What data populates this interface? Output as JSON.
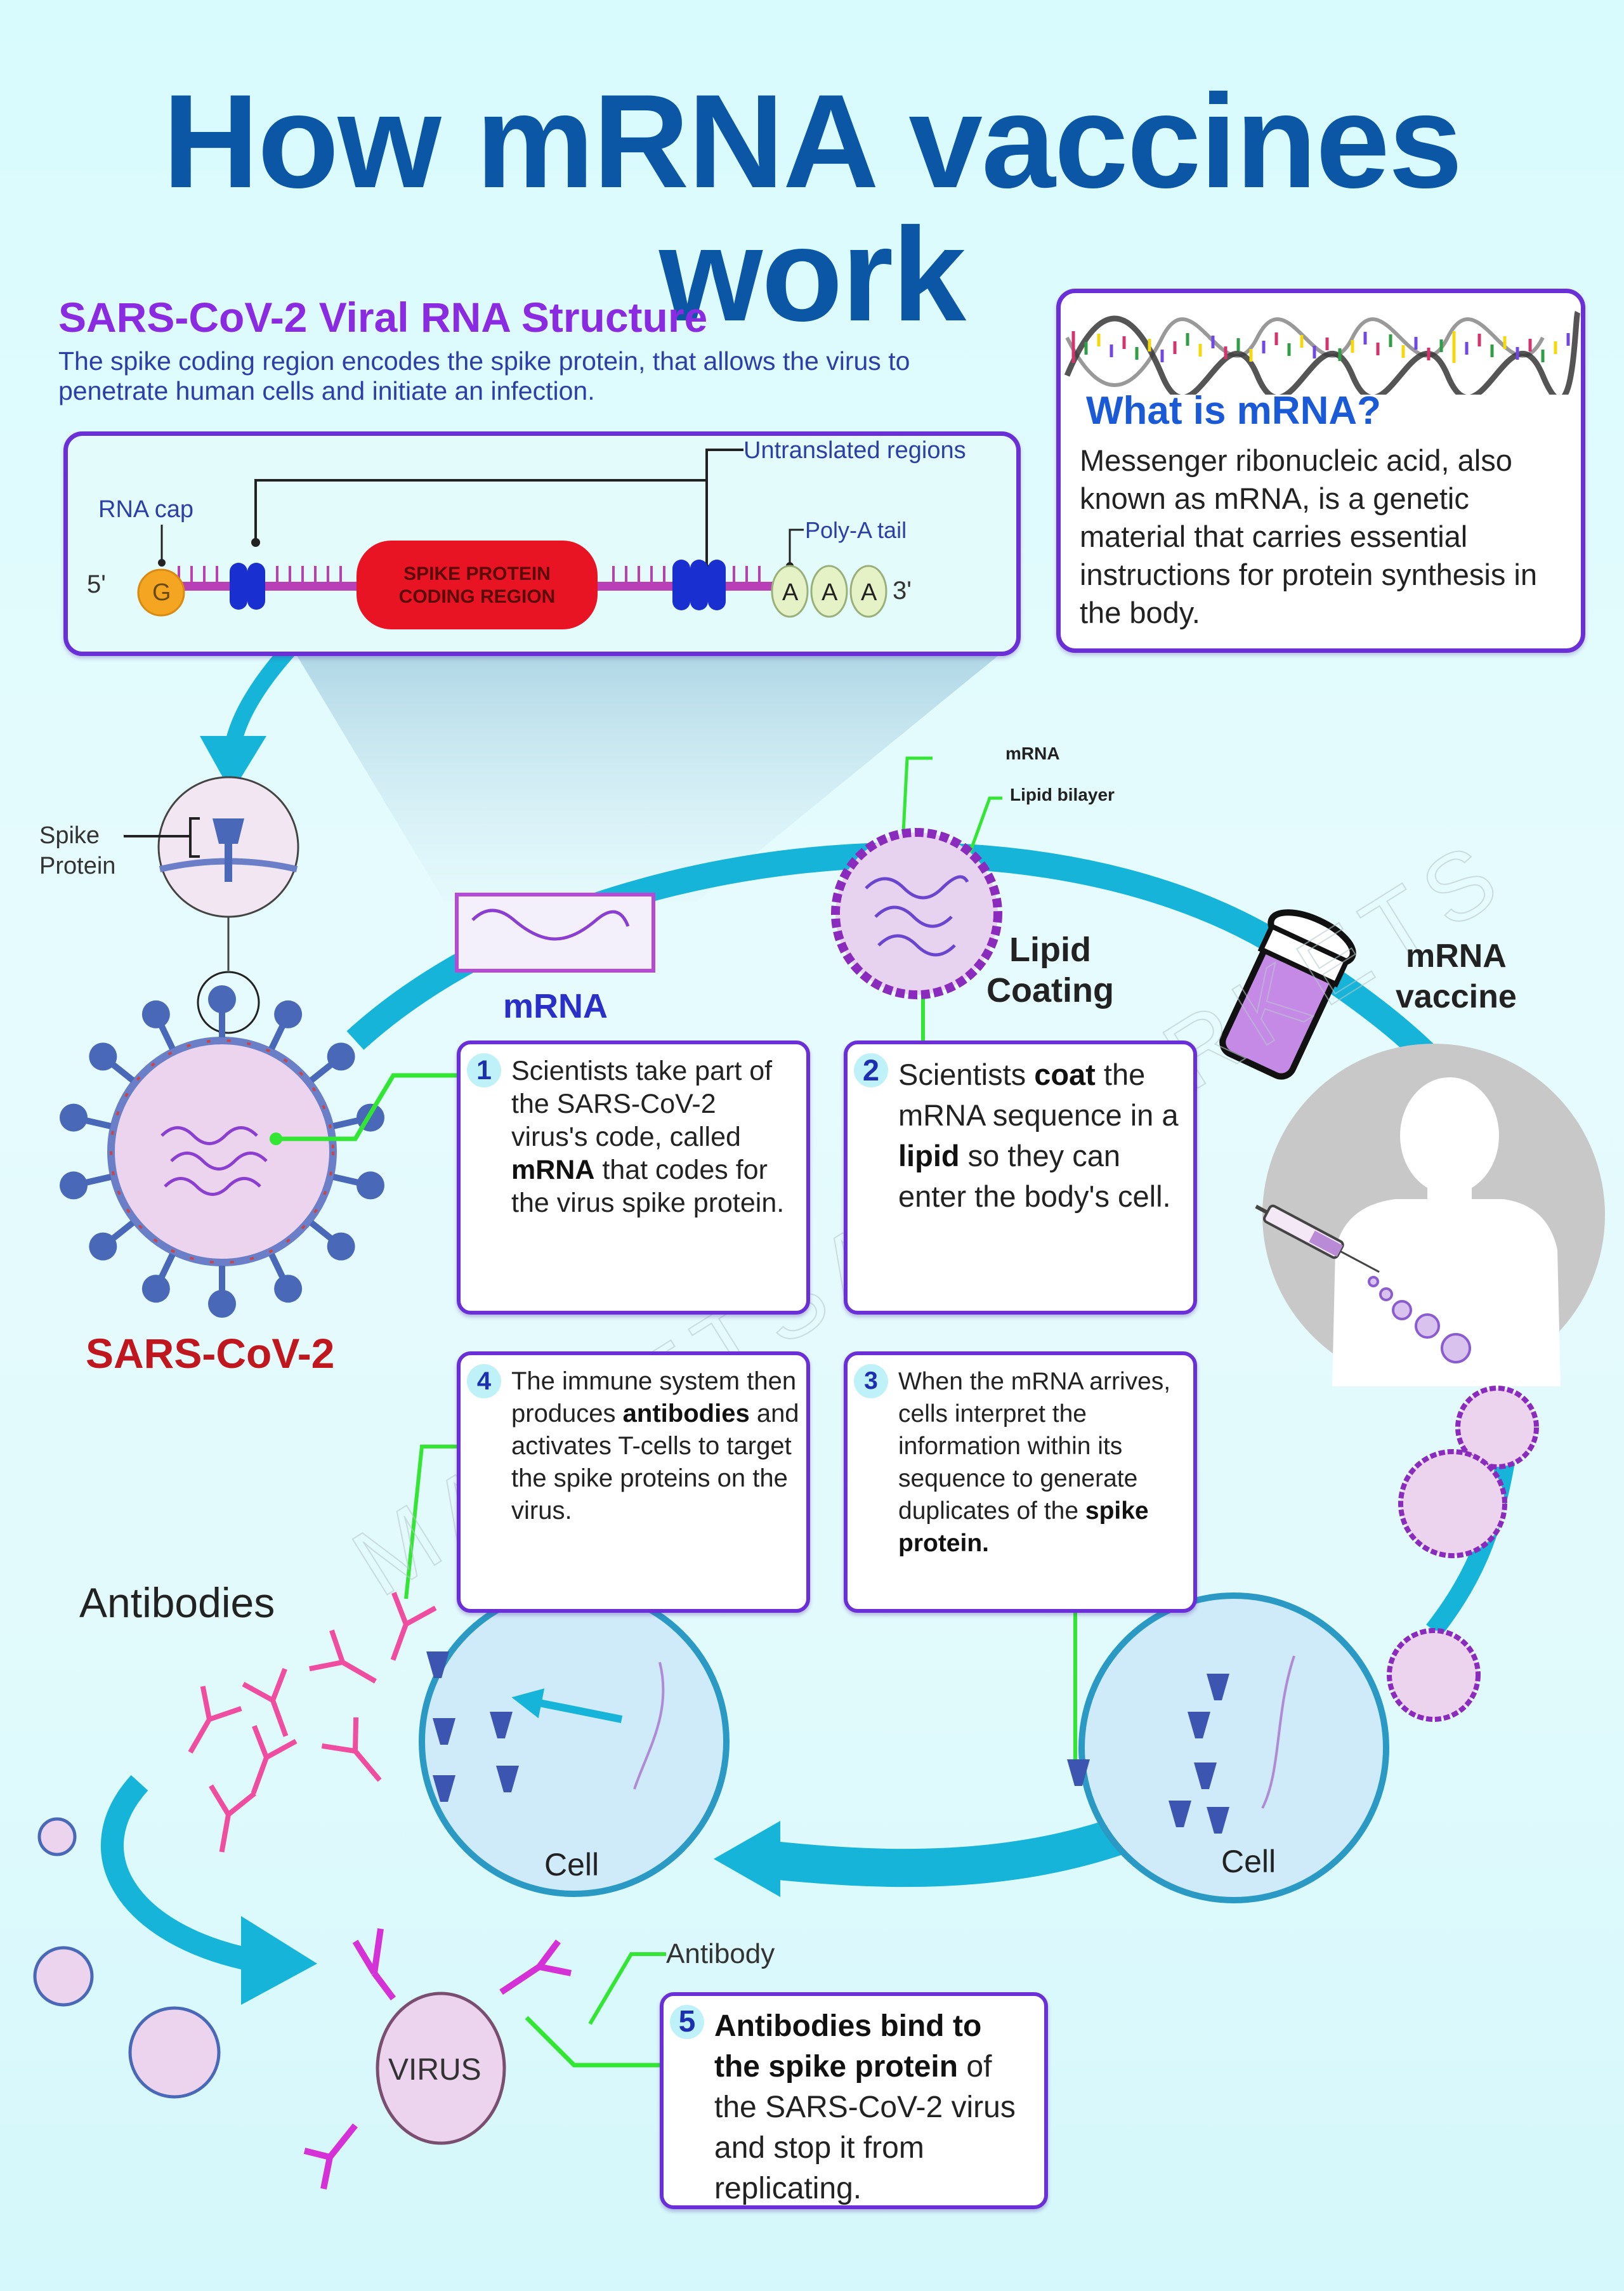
{
  "title": "How mRNA vaccines work",
  "colors": {
    "title": "#0b57a6",
    "purple_heading": "#8a2be2",
    "blue_text": "#2c3ea8",
    "box_border": "#6a2fd6",
    "arrow": "#16b4d8",
    "connector": "#33e633",
    "spike": "#4a68b8",
    "antibody": "#ef4da0",
    "virus_fill": "#ecd4ee",
    "coding_region": "#e81423",
    "rna_cap": "#f4a623",
    "polyA": "#e4f2c6",
    "sars_label": "#c0161e"
  },
  "rna_structure": {
    "heading": "SARS-CoV-2 Viral RNA Structure",
    "description": "The spike coding region encodes the spike protein, that allows the virus to penetrate human cells and initiate an infection.",
    "labels": {
      "rna_cap": "RNA cap",
      "untranslated": "Untranslated regions",
      "poly_a": "Poly-A tail",
      "five_prime": "5'",
      "three_prime": "3'",
      "cap_nucleotide": "G",
      "coding_region_line1": "SPIKE PROTEIN",
      "coding_region_line2": "CODING REGION",
      "tail_nucleotides": [
        "A",
        "A",
        "A"
      ]
    }
  },
  "what_is_mrna": {
    "heading": "What is mRNA?",
    "body": "Messenger ribonucleic acid, also known as mRNA, is a genetic material that carries essential instructions for protein synthesis in the body."
  },
  "diagram_labels": {
    "spike_protein": [
      "Spike",
      "Protein"
    ],
    "sars_cov_2": "SARS-CoV-2",
    "mrna": "mRNA",
    "lipid_mrna": "mRNA",
    "lipid_bilayer": "Lipid bilayer",
    "lipid_coating": [
      "Lipid",
      "Coating"
    ],
    "mrna_vaccine": [
      "mRNA",
      "vaccine"
    ],
    "antibodies": "Antibodies",
    "cell_left": "Cell",
    "cell_right": "Cell",
    "antibody": "Antibody",
    "virus": "VIRUS"
  },
  "steps": [
    {
      "num": "1",
      "parts": [
        {
          "t": "Scientists take part of the SARS-CoV-2 virus's code, called "
        },
        {
          "t": "mRNA",
          "b": true
        },
        {
          "t": " that codes for the virus spike protein."
        }
      ]
    },
    {
      "num": "2",
      "parts": [
        {
          "t": "Scientists "
        },
        {
          "t": "coat",
          "b": true
        },
        {
          "t": " the mRNA sequence in a "
        },
        {
          "t": "lipid",
          "b": true
        },
        {
          "t": " so they can enter the body's cell."
        }
      ]
    },
    {
      "num": "3",
      "parts": [
        {
          "t": "When the mRNA arrives, cells interpret the information within its sequence to generate duplicates of the "
        },
        {
          "t": "spike protein.",
          "b": true
        }
      ]
    },
    {
      "num": "4",
      "parts": [
        {
          "t": "The immune system then produces "
        },
        {
          "t": "antibodies",
          "b": true
        },
        {
          "t": " and activates T-cells to target the spike proteins on the virus."
        }
      ]
    },
    {
      "num": "5",
      "parts": [
        {
          "t": "Antibodies bind to the spike protein",
          "b": true
        },
        {
          "t": " of the SARS-CoV-2 virus and stop it from replicating."
        }
      ]
    }
  ],
  "watermark": "MARKETSANDMARKETS"
}
